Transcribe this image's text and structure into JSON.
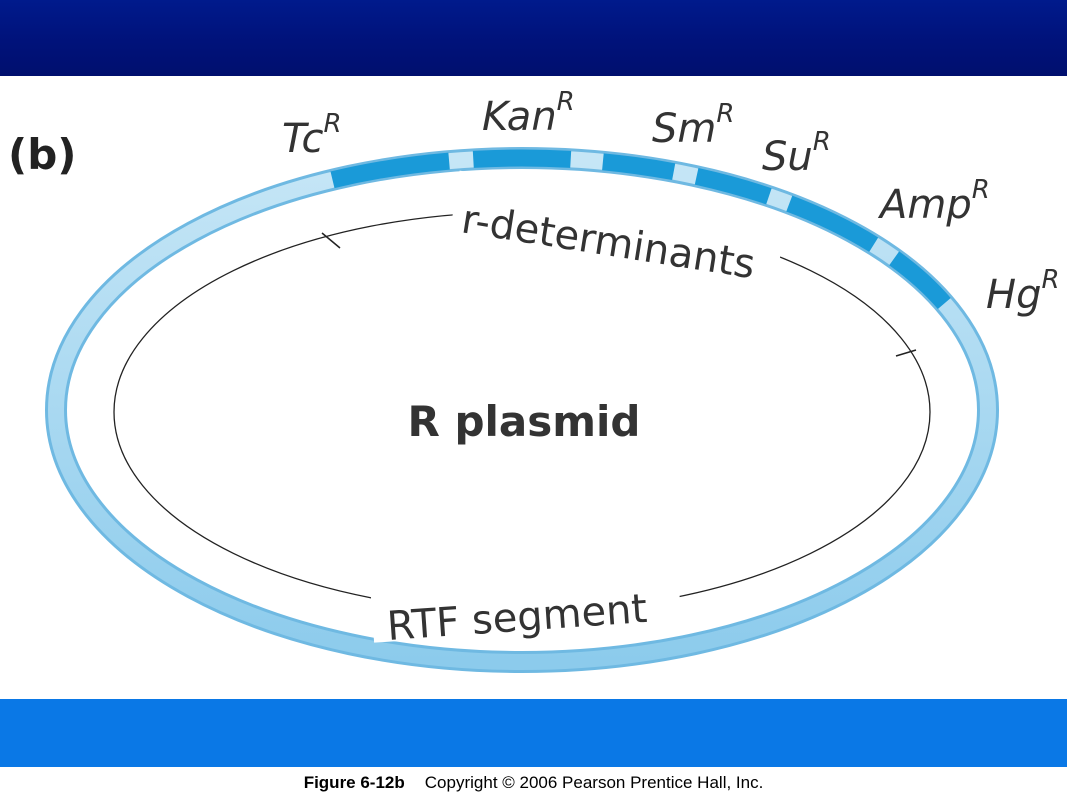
{
  "panel_label": "(b)",
  "genes": [
    {
      "name": "Tc",
      "sup": "R"
    },
    {
      "name": "Kan",
      "sup": "R"
    },
    {
      "name": "Sm",
      "sup": "R"
    },
    {
      "name": "Su",
      "sup": "R"
    },
    {
      "name": "Amp",
      "sup": "R"
    },
    {
      "name": "Hg",
      "sup": "R"
    }
  ],
  "labels": {
    "r_determinants": "r-determinants",
    "center": "R plasmid",
    "rtf": "RTF segment"
  },
  "caption": {
    "figure": "Figure 6-12b",
    "copyright": "Copyright © 2006 Pearson Prentice Hall, Inc."
  },
  "colors": {
    "top_band": "#001a8c",
    "bottom_band": "#0a78e6",
    "ring_light": "#a8d8f0",
    "ring_dark": "#1a9ad8"
  }
}
